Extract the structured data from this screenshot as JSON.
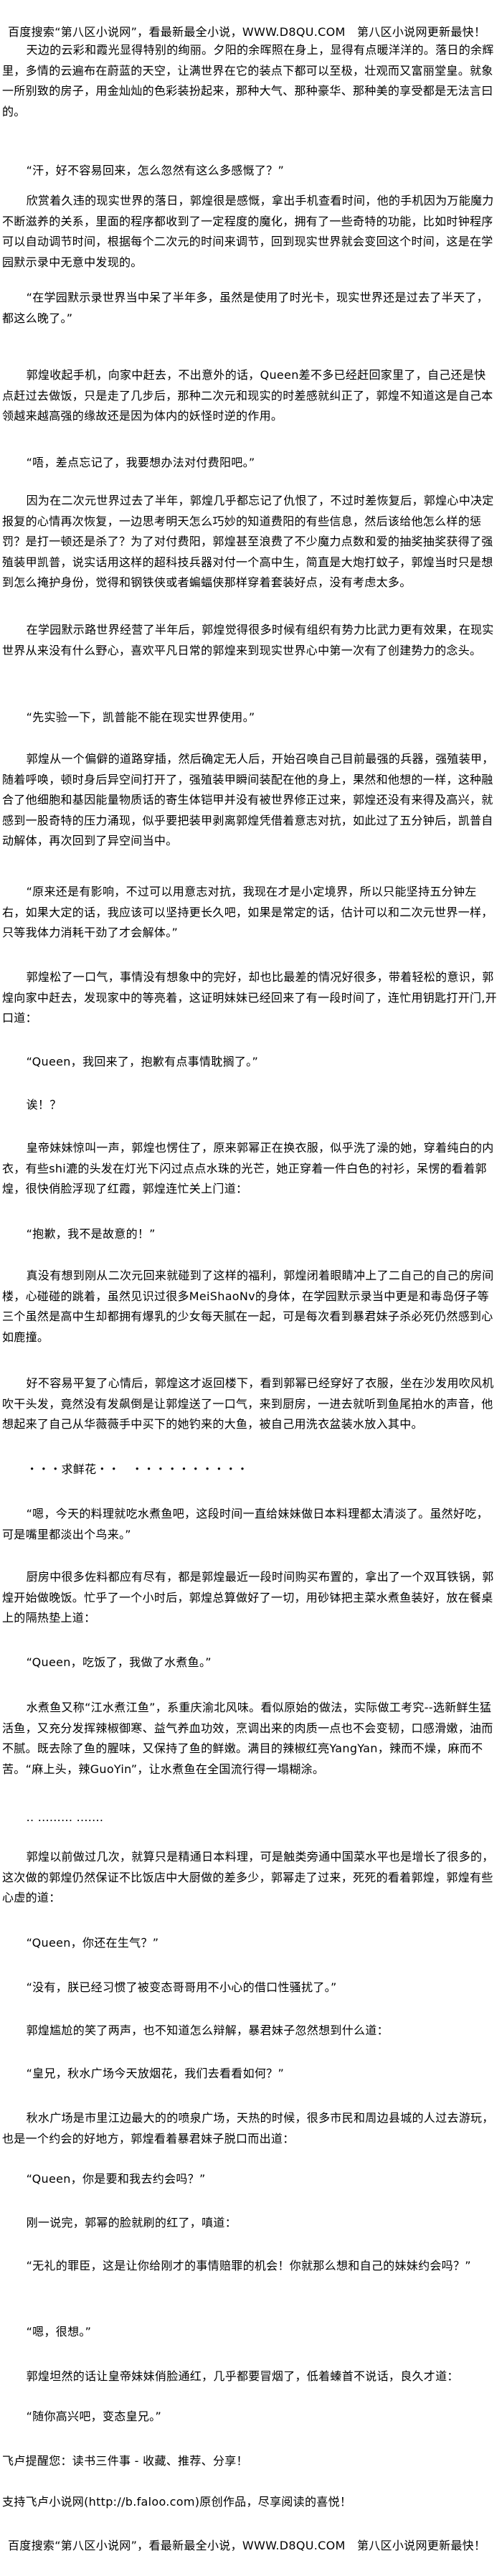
{
  "header_banner": "百度搜索“第八区小说网”，看最新最全小说，WWW.D8QU.COM　第八区小说网更新最快！",
  "paragraphs": [
    "天边的云彩和霞光显得特别的绚丽。夕阳的余晖照在身上，显得有点暖洋洋的。落日的余辉里，多情的云遍布在蔚蓝的天空，让满世界在它的装点下都可以至极，壮观而又富丽堂皇。就象一所别致的房子，用金灿灿的色彩装扮起来，那种大气、那种豪华、那种美的享受都是无法言曰的。",
    "“汗，好不容易回来，怎么忽然有这么多感慨了？”",
    "欣赏着久违的现实世界的落日，郭煌很是感慨，拿出手机查看时间，他的手机因为万能魔力不断滋养的关系，里面的程序都收到了一定程度的魔化，拥有了一些奇特的功能，比如时钟程序可以自动调节时间，根据每个二次元的时间来调节，回到现实世界就会变回这个时间，这是在学园默示录中无意中发现的。",
    "“在学园默示录世界当中呆了半年多，虽然是使用了时光卡，现实世界还是过去了半天了，都这么晚了。”",
    "郭煌收起手机，向家中赶去，不出意外的话，Queen差不多已经赶回家里了，自己还是快点赶过去做饭，只是走了几步后，那种二次元和现实的时差感就纠正了，郭煌不知道这是自己本领越来越高强的缘故还是因为体内的妖怪时逆的作用。",
    "“唔，差点忘记了，我要想办法对付费阳吧。”",
    "因为在二次元世界过去了半年，郭煌几乎都忘记了仇恨了，不过时差恢复后，郭煌心中决定报复的心情再次恢复，一边思考明天怎么巧妙的知道费阳的有些信息，然后该给他怎么样的惩罚？是打一顿还是杀了？为了对付费阳，郭煌甚至浪费了不少魔力点数和爱的抽奖抽奖获得了强殖装甲凯普，说实话用这样的超科技兵器对付一个高中生，简直是大炮打蚊子，郭煌当时只是想到怎么掩护身份，觉得和钢铁侠或者蝙蝠侠那样穿着套装好点，没有考虑太多。",
    "在学园默示路世界经营了半年后，郭煌觉得很多时候有组织有势力比武力更有效果，在现实世界从来没有什么野心，喜欢平凡日常的郭煌来到现实世界心中第一次有了创建势力的念头。",
    "“先实验一下，凯普能不能在现实世界使用。”",
    "郭煌从一个偏僻的道路穿插，然后确定无人后，开始召唤自己目前最强的兵器，强殖装甲，随着呼唤，顿时身后异空间打开了，强殖装甲瞬间装配在他的身上，果然和他想的一样，这种融合了他细胞和基因能量物质话的寄生体铠甲并没有被世界修正过来，郭煌还没有来得及高兴，就感到一股奇特的压力涌现，似乎要把装甲剥离郭煌凭借着意志对抗，如此过了五分钟后，凯普自动解体，再次回到了异空间当中。",
    "“原来还是有影响，不过可以用意志对抗，我现在才是小定境界，所以只能坚持五分钟左右，如果大定的话，我应该可以坚持更长久吧，如果是常定的话，估计可以和二次元世界一样，只等我体力消耗干劲了才会解体。”",
    "郭煌松了一口气，事情没有想象中的完好，却也比最差的情况好很多，带着轻松的意识，郭煌向家中赶去，发现家中的等亮着，这证明妹妹已经回来了有一段时间了，连忙用钥匙打开门,开口道：",
    "“Queen，我回来了，抱歉有点事情耽搁了。”",
    "诶！？",
    "皇帝妹妹惊叫一声，郭煌也愣住了，原来郭幂正在换衣服，似乎洗了澡的她，穿着纯白的内衣，有些shi漉的头发在灯光下闪过点点水珠的光芒，她正穿着一件白色的衬衫，呆愣的看着郭煌，很快俏脸浮现了红霞，郭煌连忙关上门道：",
    "“抱歉，我不是故意的！”",
    "真没有想到刚从二次元回来就碰到了这样的福利，郭煌闭着眼睛冲上了二自己的自己的房间楼，心碰碰的跳着，虽然见识过很多MeiShaoNv的身体，在学园默示录当中更是和毒岛伢子等三个虽然是高中生却都拥有爆乳的少女每天腻在一起，可是每次看到暴君妹子杀必死仍然感到心如鹿撞。",
    "好不容易平复了心情后，郭煌这才返回楼下，看到郭幂已经穿好了衣服，坐在沙发用吹风机吹干头发，竟然没有发飙倒是让郭煌送了一口气，来到厨房，一进去就听到鱼尾拍水的声音，他想起来了自己从华薇薇手中买下的她钓来的大鱼，被自己用洗衣盆装水放入其中。",
    "・・・求鲜花・・　・・・・・・・・・・",
    "“嗯，今天的料理就吃水煮鱼吧，这段时间一直给妹妹做日本料理都太清淡了。虽然好吃，可是嘴里都淡出个鸟来。”",
    "厨房中很多佐料都应有尽有，都是郭煌最近一段时间购买布置的，拿出了一个双耳铁锅，郭煌开始做晚饭。忙乎了一个小时后，郭煌总算做好了一切，用砂钵把主菜水煮鱼装好，放在餐桌上的隔热垫上道：",
    "“Queen，吃饭了，我做了水煮鱼。”",
    "水煮鱼又称“江水煮江鱼”，系重庆渝北风味。看似原始的做法，实际做工考究--选新鲜生猛活鱼，又充分发挥辣椒御寒、益气养血功效，烹调出来的肉质一点也不会变韧，口感滑嫩，油而不腻。既去除了鱼的腥味，又保持了鱼的鲜嫩。满目的辣椒红亮YangYan，辣而不燥，麻而不苦。“麻上头，辣GuoYin”，让水煮鱼在全国流行得一塌糊涂。",
    "..  .........  .......",
    "郭煌以前做过几次，就算只是精通日本料理，可是触类旁通中国菜水平也是增长了很多的，这次做的郭煌仍然保证不比饭店中大厨做的差多少，郭幂走了过来，死死的看着郭煌，郭煌有些心虚的道：",
    "“Queen，你还在生气？”",
    "“没有，朕已经习惯了被变态哥哥用不小心的借口性骚扰了。”",
    "郭煌尴尬的笑了两声，也不知道怎么辩解，暴君妹子忽然想到什么道：",
    "“皇兄，秋水广场今天放烟花，我们去看看如何？”",
    "秋水广场是市里江边最大的的喷泉广场，天热的时候，很多市民和周边县城的人过去游玩，也是一个约会的好地方，郭煌看着暴君妹子脱口而出道：",
    "“Queen，你是要和我去约会吗？”",
    "刚一说完，郭幂的脸就刷的红了，嗔道：",
    "“无礼的罪臣，这是让你给刚才的事情赔罪的机会！你就那么想和自己的妹妹约会吗？”",
    "“嗯，很想。”",
    "郭煌坦然的话让皇帝妹妹俏脸通红，几乎都要冒烟了，低着螓首不说话，良久才道：",
    "“随你高兴吧，变态皇兄。”"
  ],
  "footer": {
    "reminder": "飞卢提醒您：读书三件事 - 收藏、推荐、分享！",
    "support": "支持飞卢小说网(http://b.faloo.com)原创作品，尽享阅读的喜悦！",
    "banner": "百度搜索“第八区小说网”，看最新最全小说，WWW.D8QU.COM　第八区小说网更新最快！"
  }
}
